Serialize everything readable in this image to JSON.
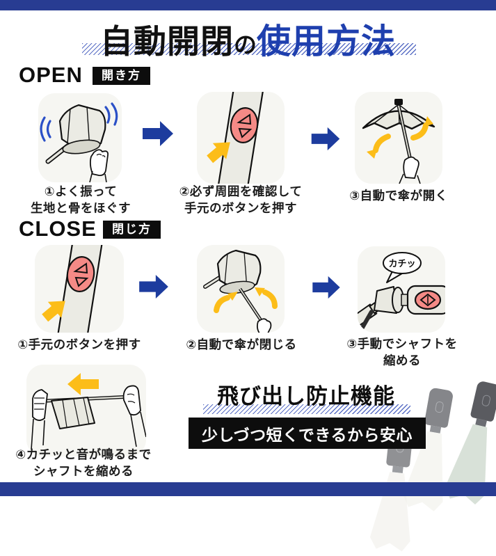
{
  "header": {
    "title_black": "自動開閉",
    "title_particle": "の",
    "title_blue": "使用方法"
  },
  "open": {
    "heading": "OPEN",
    "badge": "開き方",
    "steps": [
      {
        "line1": "①よく振って",
        "line2": "生地と骨をほぐす",
        "illustration": "shake-folded-umbrella"
      },
      {
        "line1": "②必ず周囲を確認して",
        "line2": "手元のボタンを押す",
        "illustration": "press-handle-button"
      },
      {
        "line1": "③自動で傘が開く",
        "illustration": "umbrella-opens-automatically"
      }
    ]
  },
  "close": {
    "heading": "CLOSE",
    "badge": "閉じ方",
    "steps": [
      {
        "line1": "①手元のボタンを押す",
        "illustration": "press-handle-button"
      },
      {
        "line1": "②自動で傘が閉じる",
        "illustration": "umbrella-closes-automatically"
      },
      {
        "line1": "③手動でシャフトを",
        "line2": "縮める",
        "bubble": "カチッ",
        "illustration": "retract-shaft-until-click"
      },
      {
        "line1": "④カチッと音が鳴るまで",
        "line2": "シャフトを縮める",
        "illustration": "compress-shaft-with-both-hands"
      }
    ]
  },
  "feature": {
    "title": "飛び出し防止機能",
    "banner": "少しづつ短くできるから安心"
  },
  "colors": {
    "navy_bar": "#283c92",
    "arrow_blue": "#1d3c9e",
    "title_blue": "#1e3fae",
    "hatch_blue": "#5a6fc5",
    "accent_yellow": "#fcbd19",
    "button_pink": "#f58a86",
    "banner_black": "#0d0d0d",
    "tile_gray": "#f6f6f2",
    "product_white": "#f0efe9",
    "product_green": "#ccd7cb"
  }
}
